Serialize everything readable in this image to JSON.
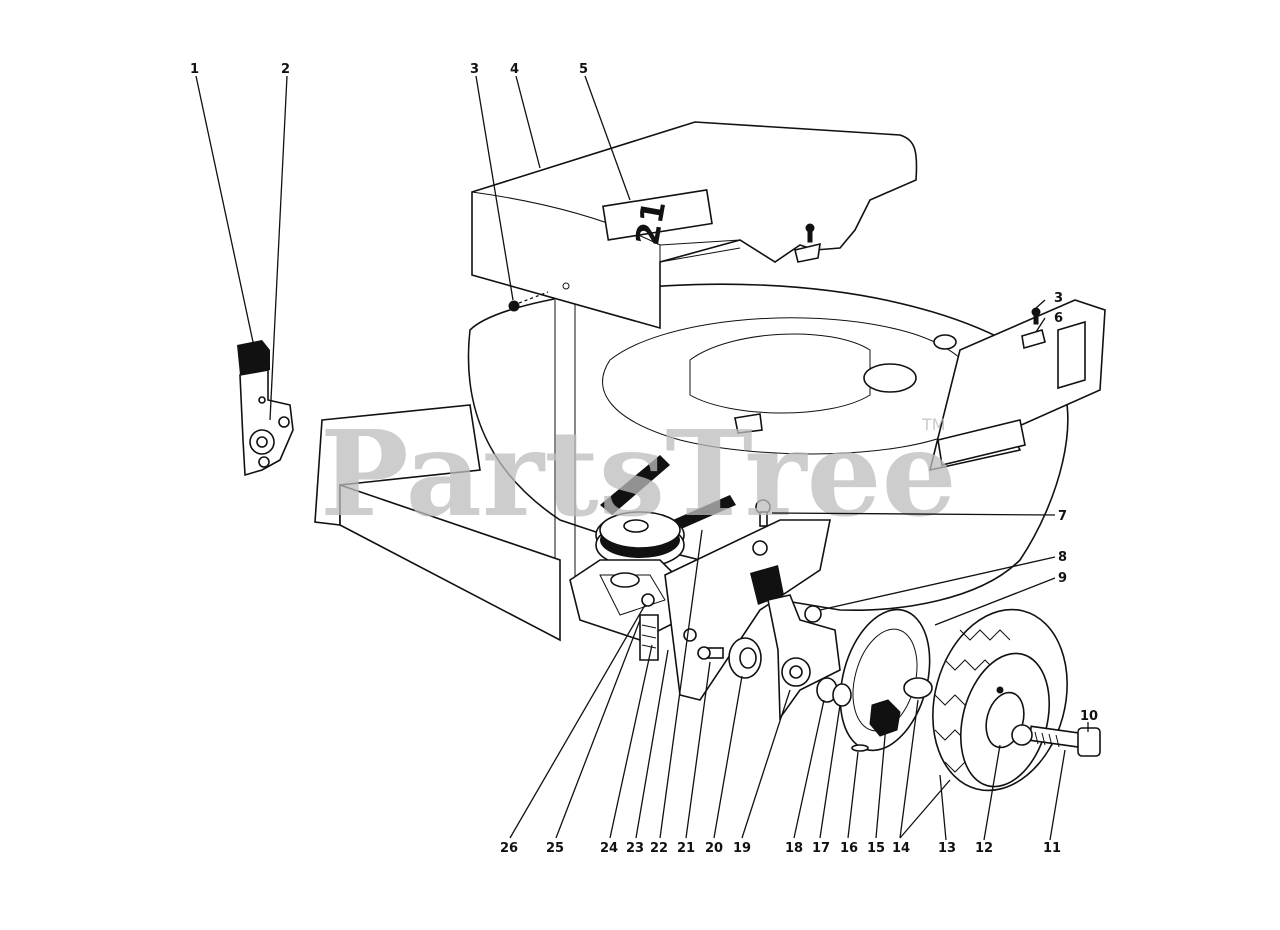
{
  "watermark": {
    "text": "PartsTree",
    "trademark": "TM"
  },
  "callouts": [
    {
      "id": "1",
      "label": "1"
    },
    {
      "id": "2",
      "label": "2"
    },
    {
      "id": "3a",
      "label": "3"
    },
    {
      "id": "4",
      "label": "4"
    },
    {
      "id": "5",
      "label": "5"
    },
    {
      "id": "3b",
      "label": "3"
    },
    {
      "id": "6",
      "label": "6"
    },
    {
      "id": "7",
      "label": "7"
    },
    {
      "id": "8",
      "label": "8"
    },
    {
      "id": "9",
      "label": "9"
    },
    {
      "id": "10",
      "label": "10"
    },
    {
      "id": "11",
      "label": "11"
    },
    {
      "id": "12",
      "label": "12"
    },
    {
      "id": "13",
      "label": "13"
    },
    {
      "id": "14",
      "label": "14"
    },
    {
      "id": "15",
      "label": "15"
    },
    {
      "id": "16",
      "label": "16"
    },
    {
      "id": "17",
      "label": "17"
    },
    {
      "id": "18",
      "label": "18"
    },
    {
      "id": "19",
      "label": "19"
    },
    {
      "id": "20",
      "label": "20"
    },
    {
      "id": "21",
      "label": "21"
    },
    {
      "id": "22",
      "label": "22"
    },
    {
      "id": "23",
      "label": "23"
    },
    {
      "id": "24",
      "label": "24"
    },
    {
      "id": "25",
      "label": "25"
    },
    {
      "id": "26",
      "label": "26"
    }
  ],
  "decal_text": "21",
  "colors": {
    "line": "#111111",
    "watermark": "#bdbdbd",
    "background": "#ffffff"
  }
}
